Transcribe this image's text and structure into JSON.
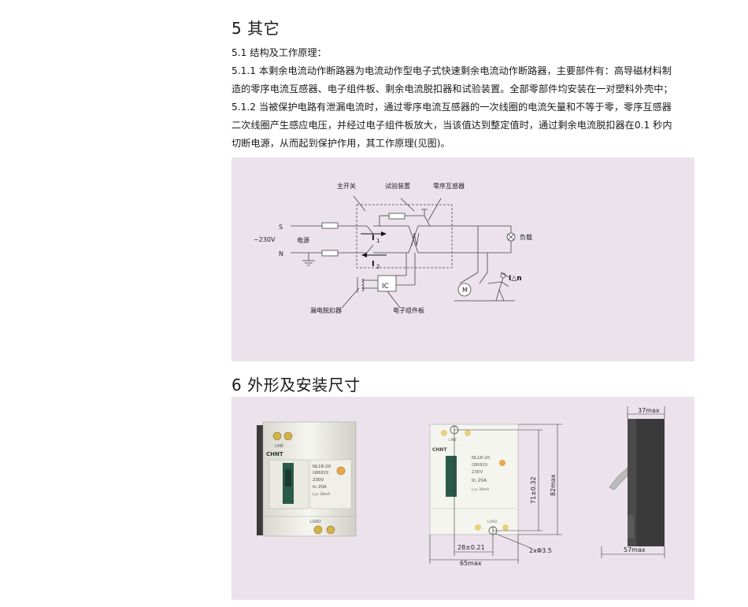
{
  "section5": {
    "title": "5 其它",
    "sub": "5.1 结构及工作原理：",
    "p1a": "5.1.1 本剩余电流动作断路器为电流动作型电子式快速剩余电流动作断路器，主要部件有：高导磁材料制",
    "p1b": "造的零序电流互感器、电子组件板、剩余电流脱扣器和试验装置。全部零部件均安装在一对塑料外壳中；",
    "p2a": "5.1.2 当被保护电路有泄漏电流时，通过零序电流互感器的一次线圈的电流矢量和不等于零，零序互感器",
    "p2b": " 二次线圈产生感应电压，并经过电子组件板放大，当该值达到整定值时，通过剩余电流脱扣器在0.1 秒内",
    "p2c": "切断电源，从而起到保护作用，其工作原理(见图)。"
  },
  "diagram": {
    "main_switch": "主开关",
    "test_device": "试验装置",
    "zero_ct": "零序互感器",
    "S": "S",
    "N": "N",
    "voltage": "~230V",
    "source": "电源",
    "I1": "I",
    "I1sub": "1",
    "I2": "I",
    "I2sub": "2",
    "IC": "IC",
    "load": "负载",
    "M": "M",
    "idn": "I△n",
    "release": "漏电脱扣器",
    "board": "电子组件板"
  },
  "section6": {
    "title": "6 外形及安装尺寸"
  },
  "product": {
    "brand": "CHNT",
    "line": "LINE",
    "load": "LOAD",
    "model": "NL18-20",
    "std": "GB6829",
    "volt": "230V",
    "in": "In  20A",
    "idn": "I△n 30mA"
  },
  "dims": {
    "d37": "37max",
    "d71": "71±0.32",
    "d82": "82max",
    "d28": "28±0.21",
    "hole": "2xΦ3.5",
    "d65": "65max",
    "d57": "57max"
  }
}
